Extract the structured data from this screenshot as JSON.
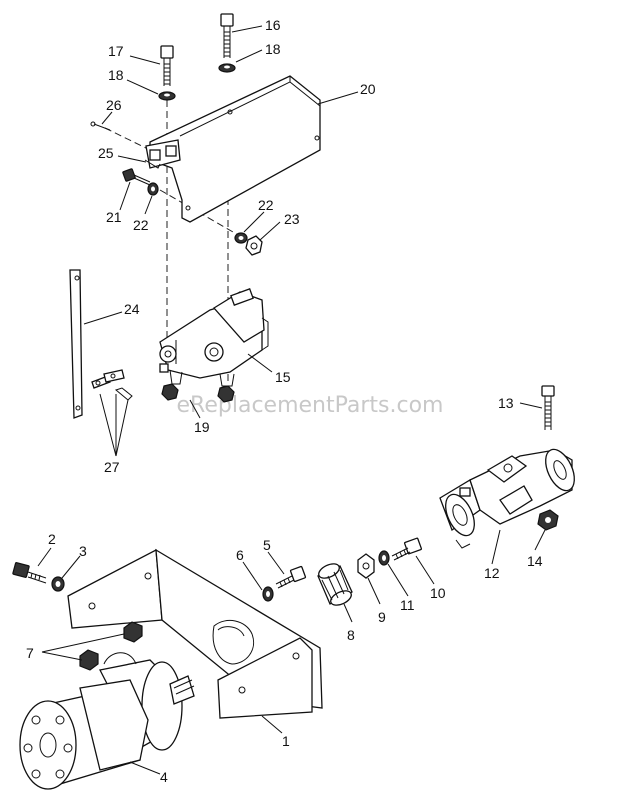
{
  "watermark": "eReplacementParts.com",
  "callouts": [
    {
      "id": "16",
      "text": "16"
    },
    {
      "id": "17",
      "text": "17"
    },
    {
      "id": "18a",
      "text": "18"
    },
    {
      "id": "18b",
      "text": "18"
    },
    {
      "id": "20",
      "text": "20"
    },
    {
      "id": "26",
      "text": "26"
    },
    {
      "id": "25",
      "text": "25"
    },
    {
      "id": "21",
      "text": "21"
    },
    {
      "id": "22a",
      "text": "22"
    },
    {
      "id": "22b",
      "text": "22"
    },
    {
      "id": "23",
      "text": "23"
    },
    {
      "id": "24",
      "text": "24"
    },
    {
      "id": "15",
      "text": "15"
    },
    {
      "id": "19",
      "text": "19"
    },
    {
      "id": "27",
      "text": "27"
    },
    {
      "id": "13",
      "text": "13"
    },
    {
      "id": "12",
      "text": "12"
    },
    {
      "id": "14",
      "text": "14"
    },
    {
      "id": "2",
      "text": "2"
    },
    {
      "id": "3",
      "text": "3"
    },
    {
      "id": "6",
      "text": "6"
    },
    {
      "id": "5",
      "text": "5"
    },
    {
      "id": "10",
      "text": "10"
    },
    {
      "id": "11",
      "text": "11"
    },
    {
      "id": "9",
      "text": "9"
    },
    {
      "id": "8",
      "text": "8"
    },
    {
      "id": "7",
      "text": "7"
    },
    {
      "id": "1",
      "text": "1"
    },
    {
      "id": "4",
      "text": "4"
    }
  ]
}
